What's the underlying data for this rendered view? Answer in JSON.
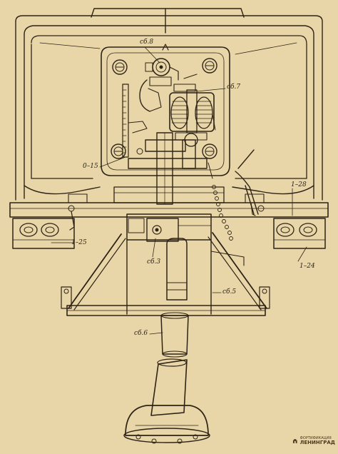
{
  "callouts": [
    {
      "id": "sb8",
      "text": "сб.8"
    },
    {
      "id": "sb7",
      "text": "сб.7"
    },
    {
      "id": "o15",
      "text": "0–15"
    },
    {
      "id": "l28",
      "text": "1–28"
    },
    {
      "id": "l25",
      "text": "1–25"
    },
    {
      "id": "l24",
      "text": "1–24"
    },
    {
      "id": "sb3",
      "text": "сб.3"
    },
    {
      "id": "sb5",
      "text": "сб.5"
    },
    {
      "id": "sb6",
      "text": "сб.6"
    }
  ],
  "watermark": {
    "top": "ФОРТИФИКАЦИЯ",
    "bottom": "ЛЕНИНГРАД",
    "emblem": "fort-emblem-icon"
  },
  "colors": {
    "paper": "#e9d6a8",
    "ink": "#2e2416"
  }
}
